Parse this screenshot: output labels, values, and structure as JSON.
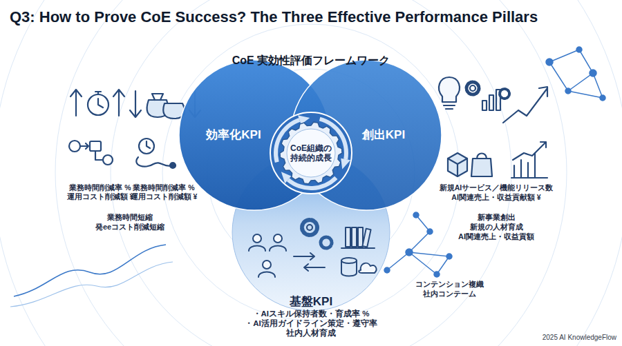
{
  "diagram": {
    "title": "Q3: How to Prove CoE Success? The Three Effective Performance Pillars",
    "nodes": [
      {
        "text": [
          "効率化KPI"
        ]
      },
      {
        "text": [
          "創出KPI"
        ]
      },
      {
        "text": [
          "CoE組織の 持続的成長"
        ]
      },
      {
        "text": [
          "基盤KPI",
          "・AIスキル保持者数・育成率 %",
          "・AI活用ガイドライン策定・遵守率",
          "社内人材育成"
        ]
      }
    ],
    "labels": [
      "CoE 実効性評価フレームワーク",
      "業務時間削減率 %",
      "運用コスト削減額 ¥",
      "業務時間削減率 %",
      "運用コスト削減額 ¥",
      "業務時間短縮",
      "発eeコスト削減短縮",
      "新規AIサービス／機能リリース数",
      "AI関連売上・収益貢献額 ¥",
      "新事業創出",
      "新規の人材育成",
      "AI関連売上・収益貢額",
      "コンテンション複織",
      "社内コンテーム",
      "2025 AI KnowledgeFlow"
    ]
  }
}
